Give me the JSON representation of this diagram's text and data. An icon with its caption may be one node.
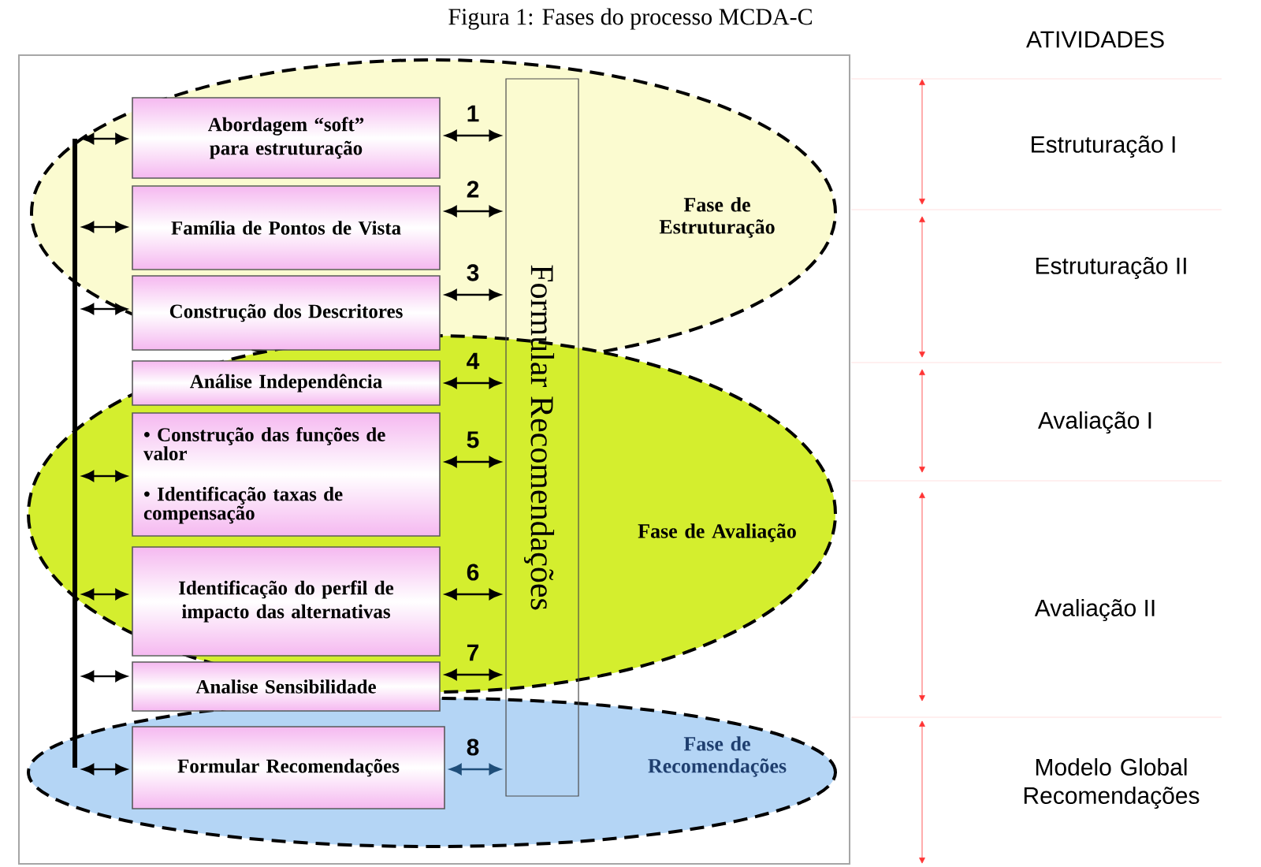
{
  "diagram": {
    "title": "Figura 1: Fases do processo MCDA-C",
    "nodes": [
      {
        "text": [
          "Fase de Estruturação"
        ]
      },
      {
        "text": [
          "Fase de Avaliação"
        ]
      },
      {
        "text": [
          "Fase de Recomendações"
        ]
      },
      {
        "text": [
          "Abordagem “soft” para estruturação"
        ],
        "in": 0
      },
      {
        "text": [
          "Família de Pontos de Vista"
        ],
        "in": 0
      },
      {
        "text": [
          "Construção dos Descritores"
        ],
        "in": 0
      },
      {
        "text": [
          "Análise Independência"
        ],
        "in": 1
      },
      {
        "text": [
          "• Construção das funções de valor",
          "• Identificação taxas de compensação"
        ],
        "in": 1
      },
      {
        "text": [
          "Identificação do perfil de impacto das alternativas"
        ],
        "in": 1
      },
      {
        "text": [
          "Analise Sensibilidade"
        ]
      },
      {
        "text": [
          "Formular Recomendações"
        ],
        "in": 2
      },
      {
        "text": [
          "Formular Recomendações"
        ]
      },
      {
        "text": [],
        "shape": "bar"
      }
    ],
    "edges": [
      {
        "from": 12,
        "to": 3,
        "arrow": "both"
      },
      {
        "from": 12,
        "to": 4,
        "arrow": "both"
      },
      {
        "from": 12,
        "to": 5,
        "arrow": "both"
      },
      {
        "from": 12,
        "to": 7,
        "arrow": "both"
      },
      {
        "from": 12,
        "to": 8,
        "arrow": "both"
      },
      {
        "from": 12,
        "to": 9,
        "arrow": "both"
      },
      {
        "from": 12,
        "to": 10,
        "arrow": "both"
      },
      {
        "from": 3,
        "to": 11,
        "arrow": "both",
        "label": "1"
      },
      {
        "from": 4,
        "to": 11,
        "arrow": "both",
        "label": "2"
      },
      {
        "from": 5,
        "to": 11,
        "arrow": "both",
        "label": "3"
      },
      {
        "from": 6,
        "to": 11,
        "arrow": "both",
        "label": "4"
      },
      {
        "from": 7,
        "to": 11,
        "arrow": "both",
        "label": "5"
      },
      {
        "from": 8,
        "to": 11,
        "arrow": "both",
        "label": "6"
      },
      {
        "from": 9,
        "to": 11,
        "arrow": "both",
        "label": "7"
      },
      {
        "from": 10,
        "to": 11,
        "arrow": "both",
        "label": "8",
        "color": "#1f4e79"
      }
    ],
    "labels": [
      "ATIVIDADES",
      "Estruturação I",
      "Estruturação II",
      "Avaliação I",
      "Avaliação II",
      "Modelo Global Recomendações"
    ]
  }
}
